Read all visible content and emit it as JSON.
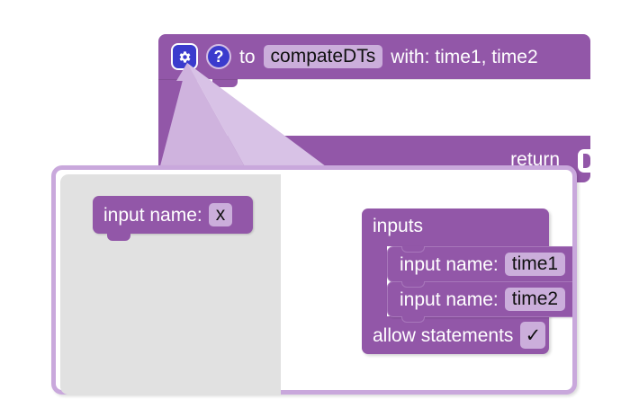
{
  "procedure_block": {
    "gear_icon": "gear-icon",
    "help_icon": "question-mark-icon",
    "to_label": "to",
    "name_value": "compateDTs",
    "with_label": "with: time1, time2",
    "return_label": "return"
  },
  "mutator_dialog": {
    "flyout": {
      "block": {
        "label": "input name:",
        "value": "x"
      }
    },
    "workspace": {
      "container": {
        "title": "inputs",
        "nested_inputs": [
          {
            "label": "input name:",
            "value": "time1"
          },
          {
            "label": "input name:",
            "value": "time2"
          }
        ],
        "allow_statements_label": "allow statements",
        "allow_statements_checked": "✓"
      }
    }
  },
  "colors": {
    "block_purple": "#9257a8",
    "field_purple": "#cbaedb",
    "dialog_border": "#c9a8dc",
    "flyout_gray": "#e1e1e1",
    "icon_blue": "#3b3bcd",
    "beam": "#cfb3de"
  }
}
